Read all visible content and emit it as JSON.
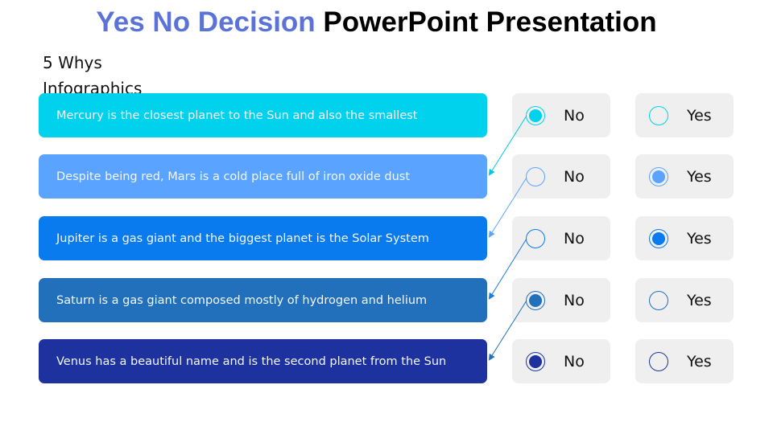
{
  "header": {
    "title_accent": "Yes No Decision",
    "title_rest": "PowerPoint Presentation",
    "subtitle_line1": "5 Whys",
    "subtitle_line2": "Infographics"
  },
  "rows": [
    {
      "text": "Mercury is the closest planet to the Sun and also the smallest",
      "color": "#00d2ee",
      "no_label": "No",
      "yes_label": "Yes",
      "selected": "No"
    },
    {
      "text": "Despite being red, Mars is a cold place full of iron oxide dust",
      "color": "#5aa4ff",
      "no_label": "No",
      "yes_label": "Yes",
      "selected": "Yes"
    },
    {
      "text": "Jupiter is a gas giant and the biggest planet is the Solar System",
      "color": "#0a7bee",
      "no_label": "No",
      "yes_label": "Yes",
      "selected": "Yes"
    },
    {
      "text": "Saturn is a gas giant composed mostly of hydrogen and helium",
      "color": "#2270bb",
      "no_label": "No",
      "yes_label": "Yes",
      "selected": "No"
    },
    {
      "text": "Venus has a beautiful name and is the second planet from the Sun",
      "color": "#1e329f",
      "no_label": "No",
      "yes_label": "Yes",
      "selected": "No"
    }
  ]
}
